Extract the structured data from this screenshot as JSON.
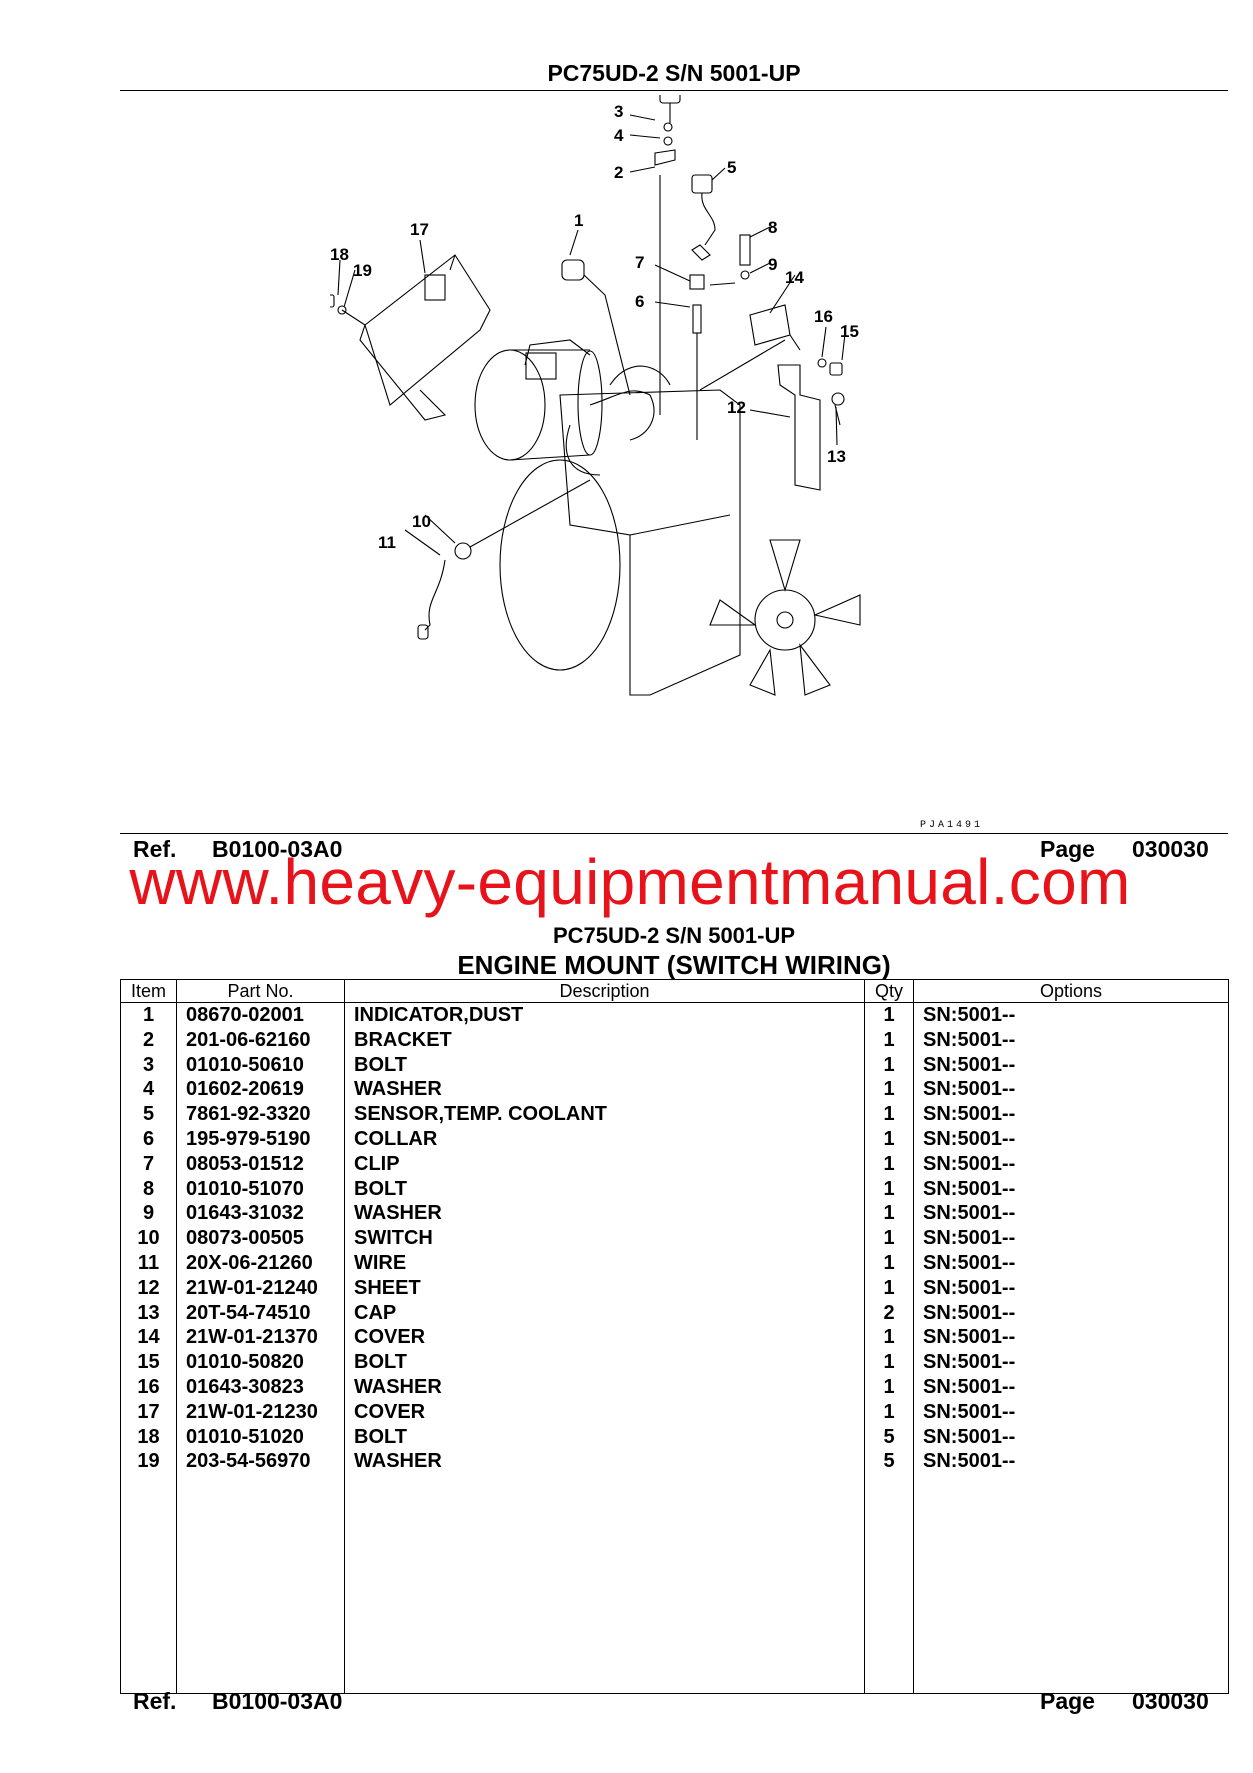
{
  "header": {
    "model": "PC75UD-2 S/N 5001-UP"
  },
  "diagram": {
    "figure_code": "PJA1491",
    "callouts": [
      "1",
      "2",
      "3",
      "4",
      "5",
      "6",
      "7",
      "8",
      "9",
      "10",
      "11",
      "12",
      "13",
      "14",
      "15",
      "16",
      "17",
      "18",
      "19"
    ]
  },
  "ref_top": {
    "ref_label": "Ref.",
    "ref_code": "B0100-03A0",
    "page_label": "Page",
    "page_number": "030030"
  },
  "watermark": "www.heavy-equipmentmanual.com",
  "section": {
    "model": "PC75UD-2 S/N 5001-UP",
    "title": "ENGINE MOUNT (SWITCH WIRING)"
  },
  "table": {
    "headers": [
      "Item",
      "Part No.",
      "Description",
      "Qty",
      "Options"
    ],
    "rows": [
      [
        "1",
        "08670-02001",
        "INDICATOR,DUST",
        "1",
        "SN:5001--"
      ],
      [
        "2",
        "201-06-62160",
        "BRACKET",
        "1",
        "SN:5001--"
      ],
      [
        "3",
        "01010-50610",
        "BOLT",
        "1",
        "SN:5001--"
      ],
      [
        "4",
        "01602-20619",
        "WASHER",
        "1",
        "SN:5001--"
      ],
      [
        "5",
        "7861-92-3320",
        "SENSOR,TEMP. COOLANT",
        "1",
        "SN:5001--"
      ],
      [
        "6",
        "195-979-5190",
        "COLLAR",
        "1",
        "SN:5001--"
      ],
      [
        "7",
        "08053-01512",
        "CLIP",
        "1",
        "SN:5001--"
      ],
      [
        "8",
        "01010-51070",
        "BOLT",
        "1",
        "SN:5001--"
      ],
      [
        "9",
        "01643-31032",
        "WASHER",
        "1",
        "SN:5001--"
      ],
      [
        "10",
        "08073-00505",
        "SWITCH",
        "1",
        "SN:5001--"
      ],
      [
        "11",
        "20X-06-21260",
        "WIRE",
        "1",
        "SN:5001--"
      ],
      [
        "12",
        "21W-01-21240",
        "SHEET",
        "1",
        "SN:5001--"
      ],
      [
        "13",
        "20T-54-74510",
        "CAP",
        "2",
        "SN:5001--"
      ],
      [
        "14",
        "21W-01-21370",
        "COVER",
        "1",
        "SN:5001--"
      ],
      [
        "15",
        "01010-50820",
        "BOLT",
        "1",
        "SN:5001--"
      ],
      [
        "16",
        "01643-30823",
        "WASHER",
        "1",
        "SN:5001--"
      ],
      [
        "17",
        "21W-01-21230",
        "COVER",
        "1",
        "SN:5001--"
      ],
      [
        "18",
        "01010-51020",
        "BOLT",
        "5",
        "SN:5001--"
      ],
      [
        "19",
        "203-54-56970",
        "WASHER",
        "5",
        "SN:5001--"
      ]
    ]
  },
  "ref_bottom": {
    "ref_label": "Ref.",
    "ref_code": "B0100-03A0",
    "page_label": "Page",
    "page_number": "030030"
  }
}
